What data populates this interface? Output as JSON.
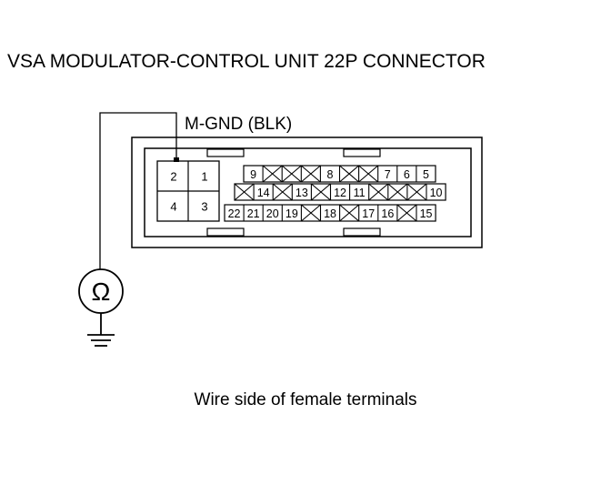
{
  "title": "VSA MODULATOR-CONTROL UNIT 22P CONNECTOR",
  "wire_label": "M-GND (BLK)",
  "caption": "Wire side of female terminals",
  "meter_symbol": "Ω",
  "colors": {
    "line": "#000000",
    "background": "#ffffff"
  },
  "connector": {
    "large_pins": [
      "2",
      "1",
      "4",
      "3"
    ],
    "row1": [
      "9",
      "X",
      "X",
      "X",
      "8",
      "X",
      "X",
      "7",
      "6",
      "5"
    ],
    "row2": [
      "X",
      "14",
      "X",
      "13",
      "X",
      "12",
      "11",
      "X",
      "X",
      "X",
      "10"
    ],
    "row3": [
      "22",
      "21",
      "20",
      "19",
      "X",
      "18",
      "X",
      "17",
      "16",
      "X",
      "15"
    ]
  },
  "probed_pin": "2"
}
